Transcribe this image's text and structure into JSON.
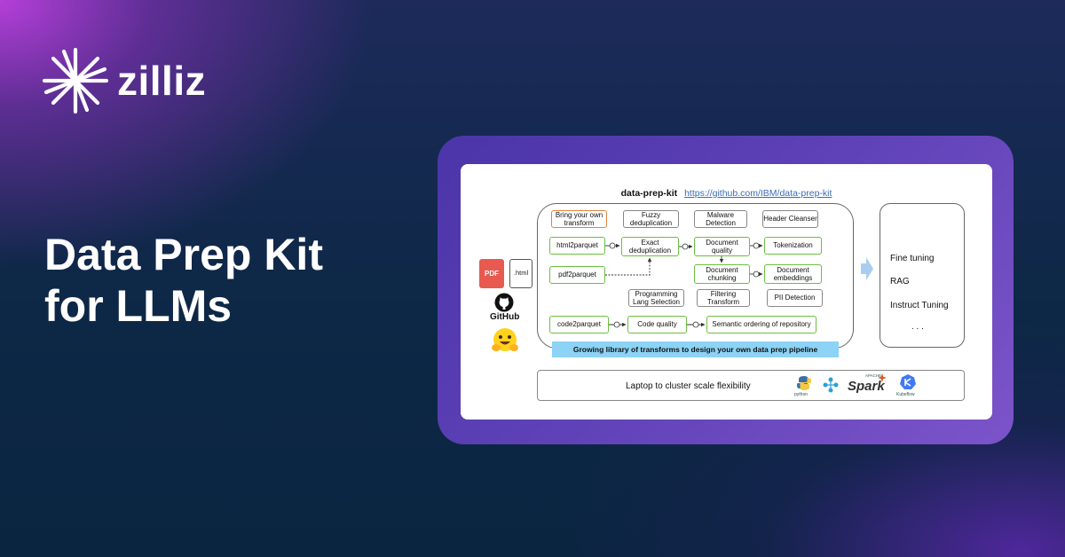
{
  "brand": {
    "name": "zilliz",
    "logo_icon": "starburst-icon",
    "text_color": "#ffffff"
  },
  "hero": {
    "title_line1": "Data Prep Kit",
    "title_line2": "for LLMs"
  },
  "diagram": {
    "header_title": "data-prep-kit",
    "header_link": "https://github.com/IBM/data-prep-kit",
    "sources": {
      "pdf": "PDF",
      "html": ".html",
      "github": "GitHub",
      "hf_icon": "hugging-face-icon"
    },
    "nodes": {
      "bring_your_own": "Bring your own transform",
      "fuzzy_dedup": "Fuzzy deduplication",
      "malware": "Malware Detection",
      "header_cleanser": "Header Cleanser",
      "html2parquet": "html2parquet",
      "exact_dedup": "Exact deduplication",
      "doc_quality": "Document quality",
      "tokenization": "Tokenization",
      "pdf2parquet": "pdf2parquet",
      "doc_chunking": "Document chunking",
      "doc_embeddings": "Document embeddings",
      "prog_lang": "Programming Lang Selection",
      "filtering": "Filtering Transform",
      "pii": "PII Detection",
      "code2parquet": "code2parquet",
      "code_quality": "Code quality",
      "semantic_ordering": "Semantic ordering of repository"
    },
    "banner": "Growing library of transforms to design your own data prep pipeline",
    "outputs": [
      "Fine tuning",
      "RAG",
      "Instruct Tuning",
      ". . ."
    ],
    "bottom_label": "Laptop to cluster scale flexibility",
    "tech": {
      "python": "python",
      "spark": "Spark",
      "spark_apache": "APACHE",
      "kubeflow": "Kubeflow"
    },
    "colors": {
      "node_green": "#6bbf3f",
      "node_orange": "#e0843f",
      "banner": "#8cd3f5",
      "link": "#3a6cb5"
    }
  }
}
